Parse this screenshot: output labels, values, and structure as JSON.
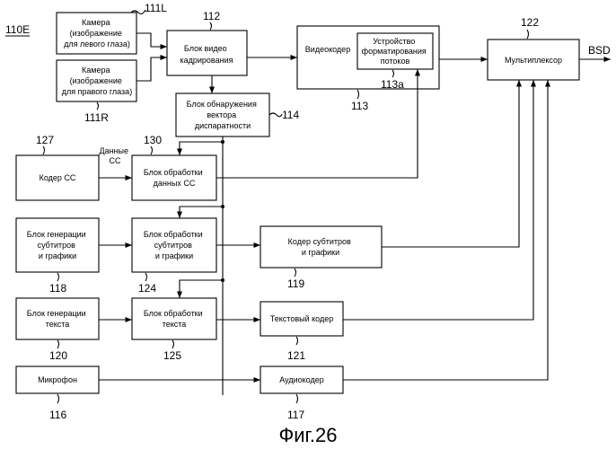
{
  "diagram_id": "110E",
  "figure_caption": "Фиг.26",
  "output_label": "BSD",
  "cc_data_label": [
    "Данные",
    "CC"
  ],
  "blocks": {
    "camera_left": {
      "lines": [
        "Камера",
        "(изображение",
        "для левого глаза)"
      ],
      "ref": "111L"
    },
    "camera_right": {
      "lines": [
        "Камера",
        "(изображение",
        "для правого глаза)"
      ],
      "ref": "111R"
    },
    "video_framing": {
      "lines": [
        "Блок видео",
        "кадрирования"
      ],
      "ref": "112"
    },
    "video_encoder": {
      "lines": [
        "Видеокодер"
      ],
      "ref": "113"
    },
    "stream_formatter": {
      "lines": [
        "Устройство",
        "форматирования",
        "потоков"
      ],
      "ref": "113a"
    },
    "multiplexer": {
      "lines": [
        "Мультиплексор"
      ],
      "ref": "122"
    },
    "disparity_detection": {
      "lines": [
        "Блок обнаружения",
        "вектора",
        "диспаратности"
      ],
      "ref": "114"
    },
    "cc_encoder": {
      "lines": [
        "Кодер CC"
      ],
      "ref": "127"
    },
    "cc_processing": {
      "lines": [
        "Блок обработки",
        "данных CC"
      ],
      "ref": "130"
    },
    "subtitle_generation": {
      "lines": [
        "Блок генерации",
        "субтитров",
        "и графики"
      ],
      "ref": "118"
    },
    "subtitle_processing": {
      "lines": [
        "Блок обработки",
        "субтитров",
        "и графики"
      ],
      "ref": "124"
    },
    "subtitle_encoder": {
      "lines": [
        "Кодер субтитров",
        "и графики"
      ],
      "ref": "119"
    },
    "text_generation": {
      "lines": [
        "Блок генерации",
        "текста"
      ],
      "ref": "120"
    },
    "text_processing": {
      "lines": [
        "Блок обработки",
        "текста"
      ],
      "ref": "125"
    },
    "text_encoder": {
      "lines": [
        "Текстовый кодер"
      ],
      "ref": "121"
    },
    "microphone": {
      "lines": [
        "Микрофон"
      ],
      "ref": "116"
    },
    "audio_encoder": {
      "lines": [
        "Аудиокодер"
      ],
      "ref": "117"
    }
  }
}
